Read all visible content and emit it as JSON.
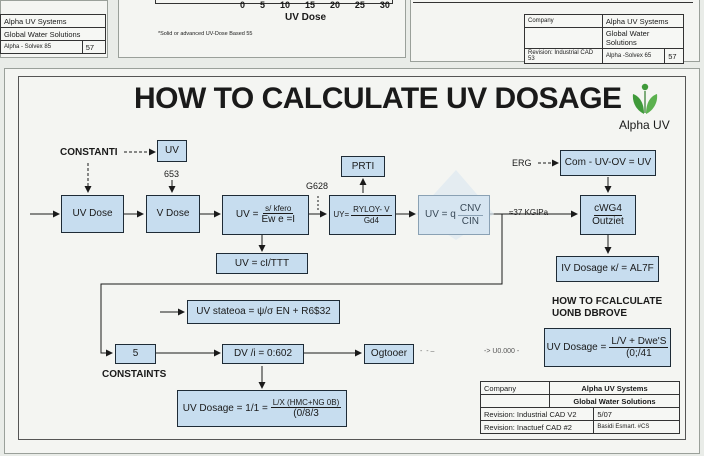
{
  "top_strip": {
    "left_table": {
      "row1": "Alpha UV Systems",
      "row2": "Global Water Solutions",
      "row3_a": "Alpha - Solvex 85",
      "row3_b": "57"
    },
    "axis_ticks": [
      "0",
      "5",
      "10",
      "15",
      "20",
      "25",
      "30"
    ],
    "axis_title": "UV Dose",
    "footnote": "*Solid or advanced UV-Dose Based 55",
    "right_table": {
      "c1": "Company",
      "c2": "Alpha UV Systems",
      "c3": "Global Water Solutions",
      "c4": "Revision: Industrial CAD 53",
      "c5": "Alpha -Solvex 65",
      "c6": "57"
    }
  },
  "title": "HOW TO CALCULATE UV DOSAGE",
  "logo_text": "Alpha UV",
  "labels": {
    "constanti": "CONSTANTI",
    "num_653": "653",
    "g628": "G628",
    "erg": "ERG",
    "k_val": "≈37 KGIPa",
    "constaints": "CONSTAINTS",
    "side_title": "HOW TO FCALCULATE UONB DBROVE",
    "dash1": "-  -  –",
    "dash2": "-> U0.000 -"
  },
  "boxes": {
    "uv_top": "UV",
    "uv_dose": "UV Dose",
    "v_dose": "V Dose",
    "uv_eq_lhs": "UV =",
    "uv_eq_num": "s/ kfero",
    "uv_eq_den": "Ew e =I",
    "prti": "PRTI",
    "ryloy_lhs": "UY=",
    "ryloy_num": "RYLOY- V",
    "ryloy_den": "Gd4",
    "cnv_lhs": "UV = q",
    "cnv_num": "CNV",
    "cnv_den": "CIN",
    "uv_ctt": "UV = cI/TTT",
    "com": "Com - UV-OV = UV",
    "cwg_line1": "cWG4",
    "cwg_line2": "Outziet",
    "iv_dosage": "IV Dosage κ/ = AL7F",
    "uv_stateoa": "UV stateoa = ψ/σ EN + R6$32",
    "five": "5",
    "dv": "DV /i = 0:602",
    "ogtooer": "Ogtooer",
    "final_lhs": "UV Dosage = 1/1 =",
    "final_num": "L/X (HMC+NG 0B)",
    "final_den": "(0/8/3",
    "side_lhs": "UV Dosage =",
    "side_num": "L/V + Dwe'S",
    "side_den": "(0;/41"
  },
  "title_block": {
    "company_label": "Company",
    "company": "Alpha UV Systems",
    "division": "Global Water Solutions",
    "revision": "Revision: Industrial CAD V2",
    "rev_num": "5/07",
    "revision2": "Revision: Inactuef CAD #2",
    "rev2_extra": "Basidi Esmart. #CS"
  },
  "colors": {
    "box_fill": "#c7ddef",
    "box_border": "#1e2b36",
    "logo_green": "#3f9a3a"
  }
}
